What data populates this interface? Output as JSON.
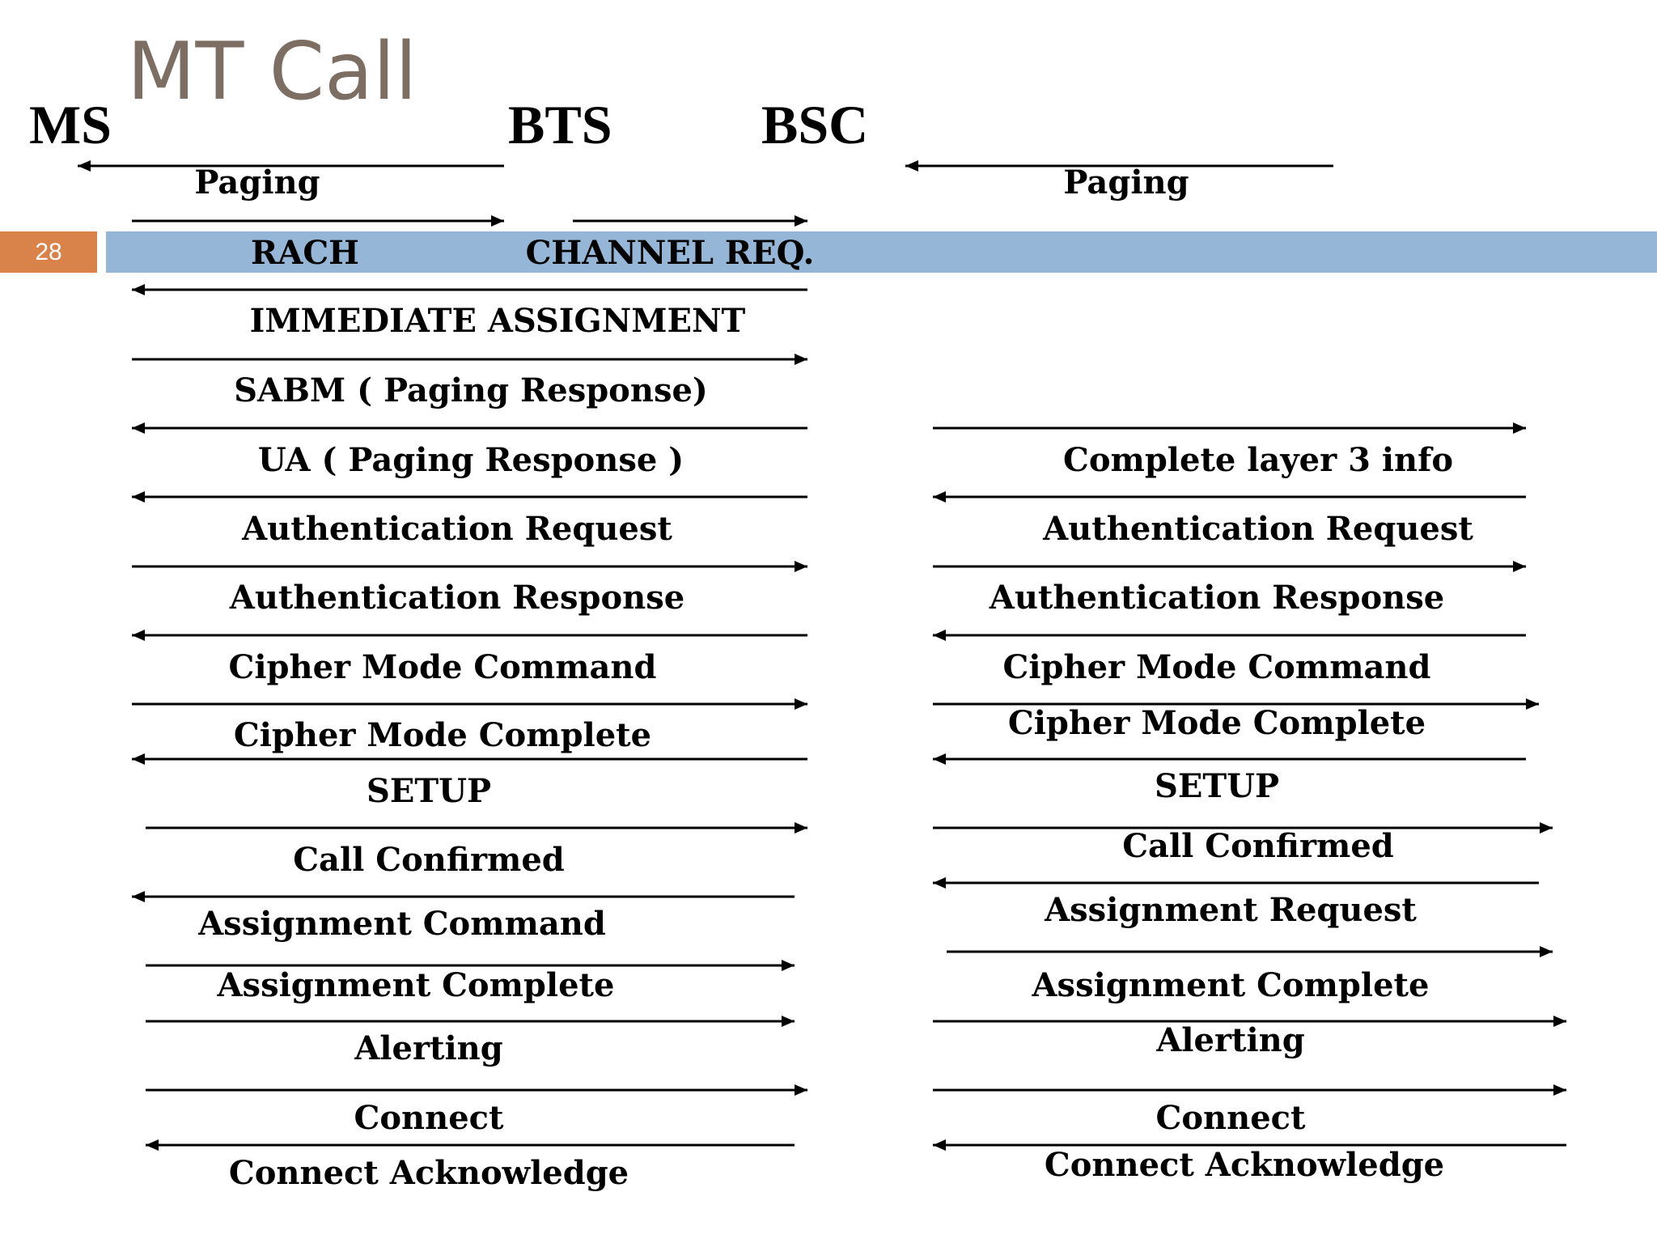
{
  "slide": {
    "title": "MT Call",
    "slide_number": "28",
    "entities": {
      "ms": "MS",
      "bts": "BTS",
      "bsc": "BSC"
    }
  },
  "left_messages": [
    {
      "label": "Paging",
      "direction": "left"
    },
    {
      "label": "RACH",
      "direction": "right"
    },
    {
      "label": "CHANNEL REQ.",
      "direction": "right"
    },
    {
      "label": "IMMEDIATE ASSIGNMENT",
      "direction": "left"
    },
    {
      "label": "SABM ( Paging Response)",
      "direction": "right"
    },
    {
      "label": "UA ( Paging Response )",
      "direction": "left"
    },
    {
      "label": "Authentication Request",
      "direction": "left"
    },
    {
      "label": "Authentication Response",
      "direction": "right"
    },
    {
      "label": "Cipher Mode Command",
      "direction": "left"
    },
    {
      "label": "Cipher Mode Complete",
      "direction": "right"
    },
    {
      "label": "SETUP",
      "direction": "left"
    },
    {
      "label": "Call Confirmed",
      "direction": "right"
    },
    {
      "label": "Assignment Command",
      "direction": "left"
    },
    {
      "label": "Assignment Complete",
      "direction": "right"
    },
    {
      "label": "Alerting",
      "direction": "right"
    },
    {
      "label": "Connect",
      "direction": "right"
    },
    {
      "label": "Connect Acknowledge",
      "direction": "left"
    }
  ],
  "right_messages": [
    {
      "label": "Paging",
      "direction": "left"
    },
    {
      "label": "Complete layer 3 info",
      "direction": "right"
    },
    {
      "label": "Authentication Request",
      "direction": "left"
    },
    {
      "label": "Authentication Response",
      "direction": "right"
    },
    {
      "label": "Cipher Mode Command",
      "direction": "left"
    },
    {
      "label": "Cipher Mode Complete",
      "direction": "right"
    },
    {
      "label": "SETUP",
      "direction": "left"
    },
    {
      "label": "Call Confirmed",
      "direction": "right"
    },
    {
      "label": "Assignment Request",
      "direction": "left"
    },
    {
      "label": "Assignment Complete",
      "direction": "right"
    },
    {
      "label": "Alerting",
      "direction": "right"
    },
    {
      "label": "Connect",
      "direction": "right"
    },
    {
      "label": "Connect Acknowledge",
      "direction": "left"
    }
  ]
}
